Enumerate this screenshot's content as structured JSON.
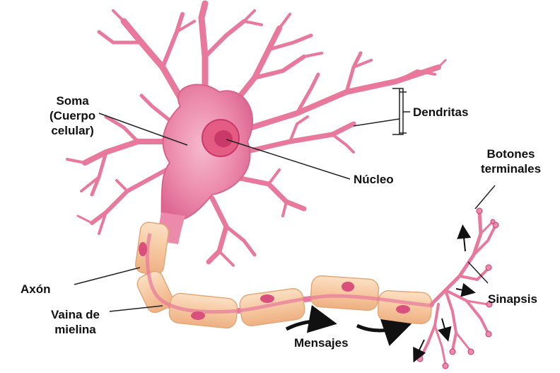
{
  "labels": {
    "soma_line1": "Soma",
    "soma_line2": "(Cuerpo",
    "soma_line3": "celular)",
    "dendritas": "Dendritas",
    "nucleo": "Núcleo",
    "botones_line1": "Botones",
    "botones_line2": "terminales",
    "axon": "Axón",
    "vaina_line1": "Vaina de",
    "vaina_line2": "mielina",
    "sinapsis": "Sinapsis",
    "mensajes": "Mensajes"
  },
  "colors": {
    "neuron_fill": "#e8789c",
    "neuron_light": "#f2a8c0",
    "neuron_dark": "#c93a6a",
    "nucleus": "#d63d6b",
    "myelin": "#f7cba0",
    "myelin_edge": "#e3a878",
    "text": "#111111",
    "arrow": "#111111"
  }
}
